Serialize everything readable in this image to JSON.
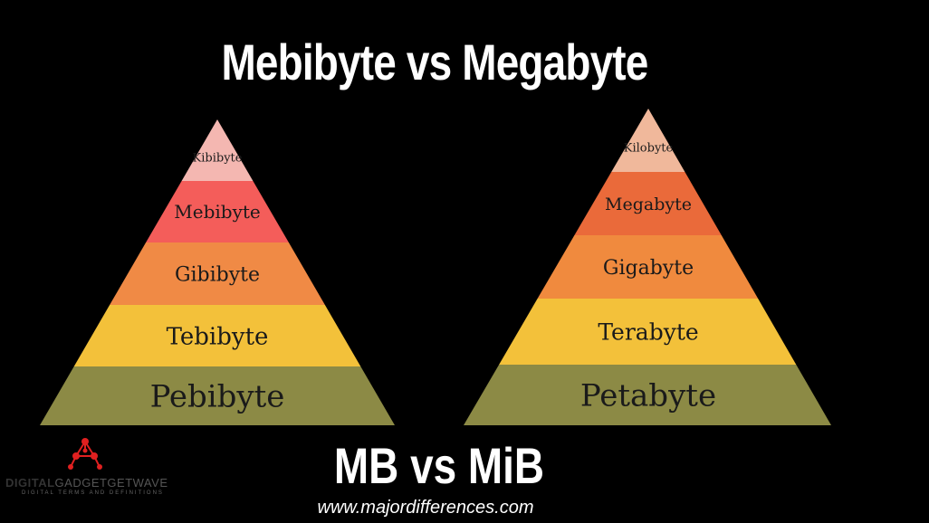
{
  "title": "Mebibyte vs Megabyte",
  "subtitle": "MB vs MiB",
  "url": "www.majordifferences.com",
  "logo": {
    "icon": "network-nodes-icon",
    "word_part1": "DIGITAL",
    "word_part2": "GADGETGETWAVE",
    "tagline": "DIGITAL TERMS AND DEFINITIONS"
  },
  "pyramids": [
    {
      "name": "binary-pyramid",
      "levels": [
        {
          "label": "Kibibyte",
          "color": "#f4b7b1"
        },
        {
          "label": "Mebibyte",
          "color": "#f45d5a"
        },
        {
          "label": "Gibibyte",
          "color": "#f08a45"
        },
        {
          "label": "Tebibyte",
          "color": "#f3c13a"
        },
        {
          "label": "Pebibyte",
          "color": "#8c8a45"
        }
      ]
    },
    {
      "name": "decimal-pyramid",
      "levels": [
        {
          "label": "Kilobyte",
          "color": "#f0b89b"
        },
        {
          "label": "Megabyte",
          "color": "#ea6a3a"
        },
        {
          "label": "Gigabyte",
          "color": "#f08a3e"
        },
        {
          "label": "Terabyte",
          "color": "#f3c13a"
        },
        {
          "label": "Petabyte",
          "color": "#8c8a45"
        }
      ]
    }
  ]
}
